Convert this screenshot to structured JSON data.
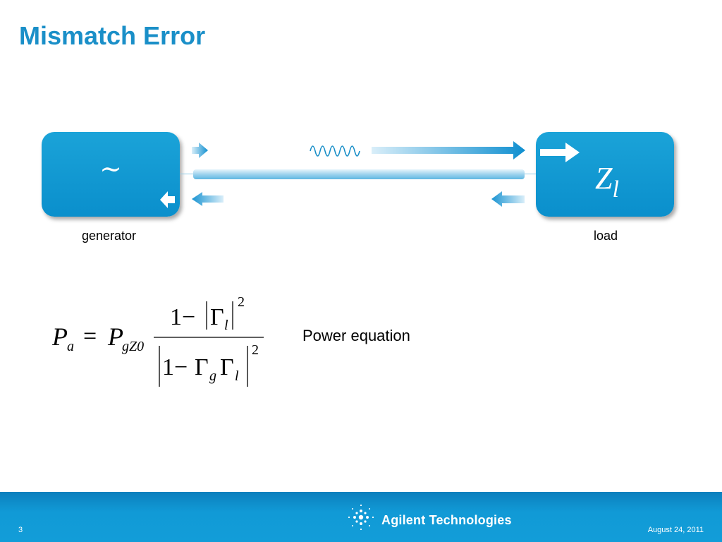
{
  "slide": {
    "title": "Mismatch Error",
    "page_number": "3",
    "date": "August 24, 2011",
    "brand": "Agilent Technologies"
  },
  "diagram": {
    "generator": {
      "symbol": "~",
      "label": "generator"
    },
    "load": {
      "symbol_main": "Z",
      "symbol_sub": "l",
      "label": "load"
    }
  },
  "equation": {
    "description": "Power equation",
    "lhs_symbol": "P",
    "lhs_sub": "a",
    "rhs_symbol": "P",
    "rhs_sub": "gZ0",
    "numerator": "1−|Γl|²",
    "denominator": "|1−ΓgΓl|²"
  },
  "colors": {
    "accent": "#1a8fc8",
    "box": "#0a8fcc",
    "footer": "#119ad6"
  }
}
